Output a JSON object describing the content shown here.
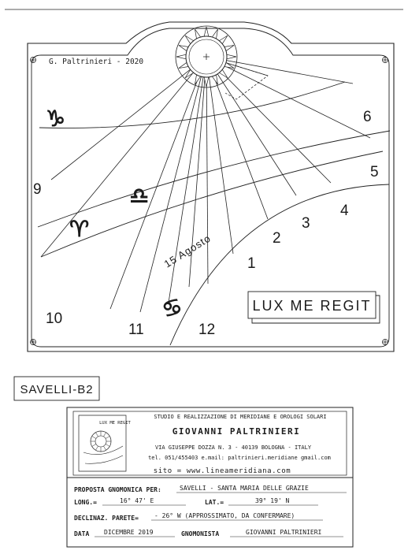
{
  "dial": {
    "author_signature": "G. Paltrinieri - 2020",
    "motto": "LUX ME REGIT",
    "date_line_label": "15 Agosto",
    "hour_labels": [
      {
        "name": "hour-label-10",
        "text": "10"
      },
      {
        "name": "hour-label-9",
        "text": "9"
      },
      {
        "name": "hour-label-11",
        "text": "11"
      },
      {
        "name": "hour-label-12",
        "text": "12"
      },
      {
        "name": "hour-label-1",
        "text": "1"
      },
      {
        "name": "hour-label-2",
        "text": "2"
      },
      {
        "name": "hour-label-3",
        "text": "3"
      },
      {
        "name": "hour-label-4",
        "text": "4"
      },
      {
        "name": "hour-label-5",
        "text": "5"
      },
      {
        "name": "hour-label-6",
        "text": "6"
      }
    ],
    "zodiac_signs": [
      {
        "name": "capricorn-icon",
        "glyph": "♑"
      },
      {
        "name": "libra-icon",
        "glyph": "♎"
      },
      {
        "name": "aries-icon",
        "glyph": "♈"
      },
      {
        "name": "cancer-icon",
        "glyph": "♋"
      }
    ]
  },
  "tag": "SAVELLI-B2",
  "title_block": {
    "logo_text": "LUX ME REGIT",
    "studio": "STUDIO E REALIZZAZIONE DI MERIDIANE E OROLOGI SOLARI",
    "designer": "GIOVANNI PALTRINIERI",
    "address": "VIA GIUSEPPE DOZZA N. 3  -  40139 BOLOGNA  -  ITALY",
    "contacts": "tel. 051/455403    e.mail: paltrinieri.meridiane  gmail.com",
    "site": "sito = www.lineameridiana.com",
    "rows": [
      {
        "label": "PROPOSTA GNOMONICA PER:",
        "value": "SAVELLI - SANTA MARIA DELLE GRAZIE"
      },
      {
        "label": "LONG.=",
        "value": "16° 47' E",
        "label2": "LAT.=",
        "value2": "39° 19' N"
      },
      {
        "label": "DECLINAZ. PARETE=",
        "value": "- 26° W  (APPROSSIMATO, DA CONFERMARE)"
      },
      {
        "label": "DATA",
        "value": "DICEMBRE 2019",
        "label2": "GNOMONISTA",
        "value2": "GIOVANNI PALTRINIERI"
      }
    ]
  }
}
